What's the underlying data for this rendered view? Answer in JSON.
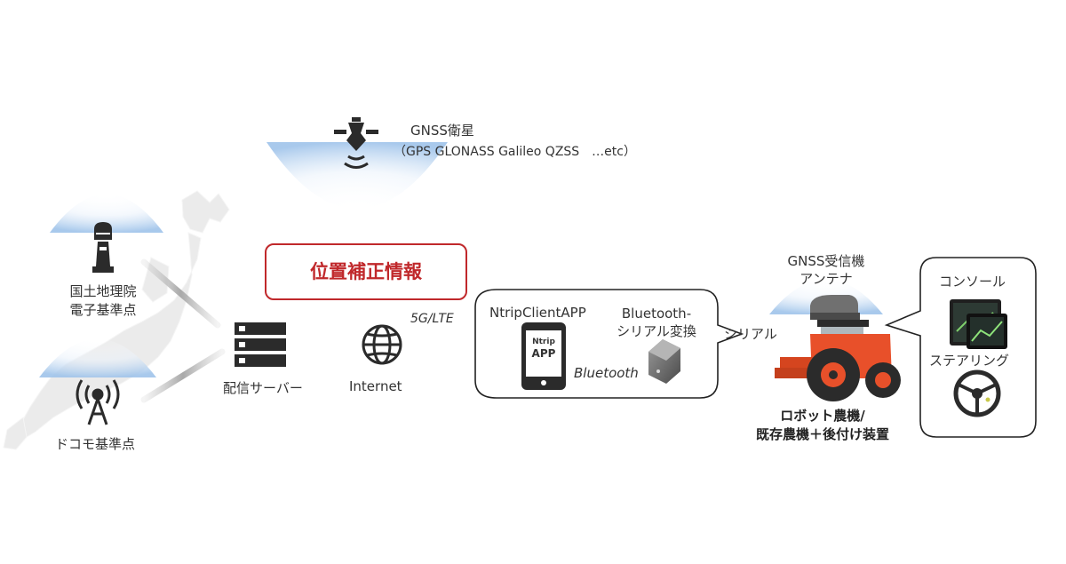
{
  "satellite": {
    "title": "GNSS衛星",
    "constellations": "（GPS GLONASS Galileo QZSS　…etc）"
  },
  "base_stations": {
    "gsi": {
      "line1": "国土地理院",
      "line2": "電子基準点"
    },
    "docomo": "ドコモ基準点"
  },
  "correction_label": "位置補正情報",
  "server_label": "配信サーバー",
  "internet_label": "Internet",
  "network_label": "5G/LTE",
  "app": {
    "name": "NtripClientAPP",
    "icon_line1": "Ntrip",
    "icon_line2": "APP"
  },
  "converter": {
    "line1": "Bluetooth-",
    "line2": "シリアル変換"
  },
  "bluetooth_label": "Bluetooth",
  "serial_label": "シリアル",
  "receiver": {
    "line1": "GNSS受信機",
    "line2": "アンテナ"
  },
  "tractor": {
    "line1": "ロボット農機/",
    "line2": "既存農機＋後付け装置"
  },
  "console_label": "コンソール",
  "steering_label": "ステアリング",
  "colors": {
    "accent_red": "#c0282b",
    "glow_blue": "#9fc3ea",
    "tractor_orange": "#e8502a",
    "map_gray": "#ebebeb",
    "icon_dark": "#2b2b2b"
  }
}
